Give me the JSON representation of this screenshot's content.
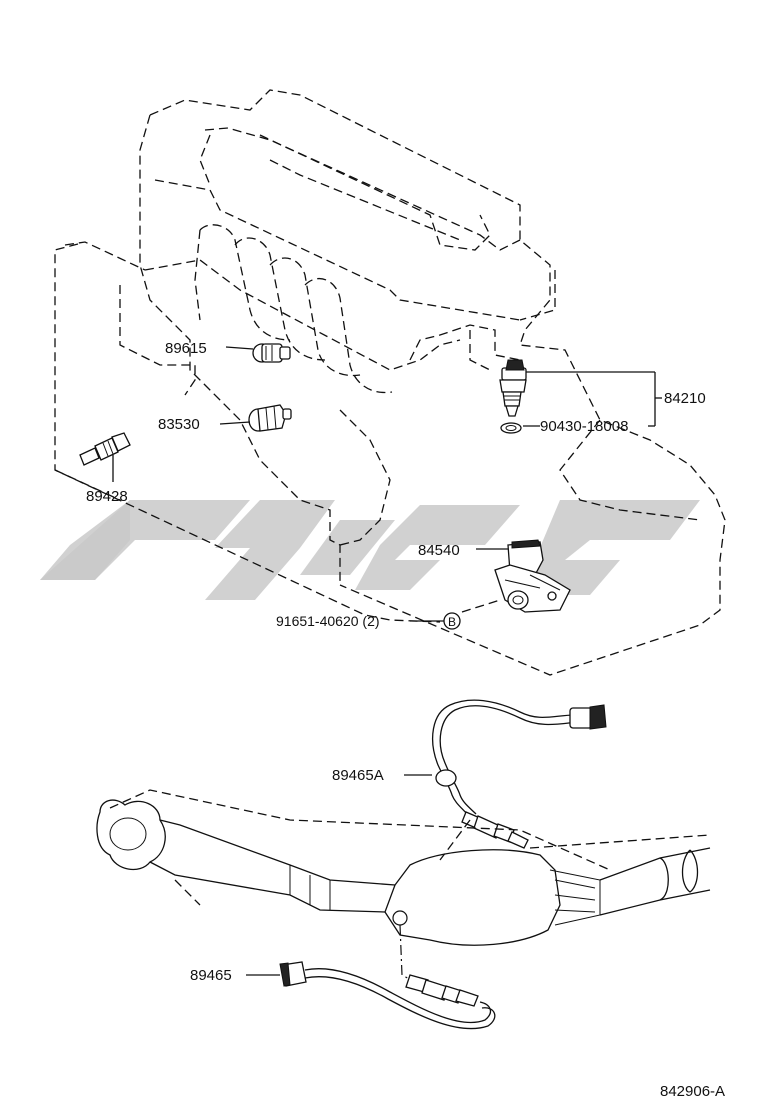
{
  "diagram": {
    "parts": [
      {
        "id": "p89615",
        "number": "89615"
      },
      {
        "id": "p83530",
        "number": "83530"
      },
      {
        "id": "p89428",
        "number": "89428"
      },
      {
        "id": "p84210",
        "number": "84210"
      },
      {
        "id": "p90430",
        "number": "90430-18008"
      },
      {
        "id": "p84540",
        "number": "84540"
      },
      {
        "id": "p91651",
        "number": "91651-40620 (2)"
      },
      {
        "id": "p89465A",
        "number": "89465A"
      },
      {
        "id": "p89465",
        "number": "89465"
      }
    ],
    "callout_marker": "B",
    "figure_id": "842906-A"
  },
  "colors": {
    "line": "#111111",
    "watermark": "#c9c9c9",
    "background": "#ffffff"
  }
}
